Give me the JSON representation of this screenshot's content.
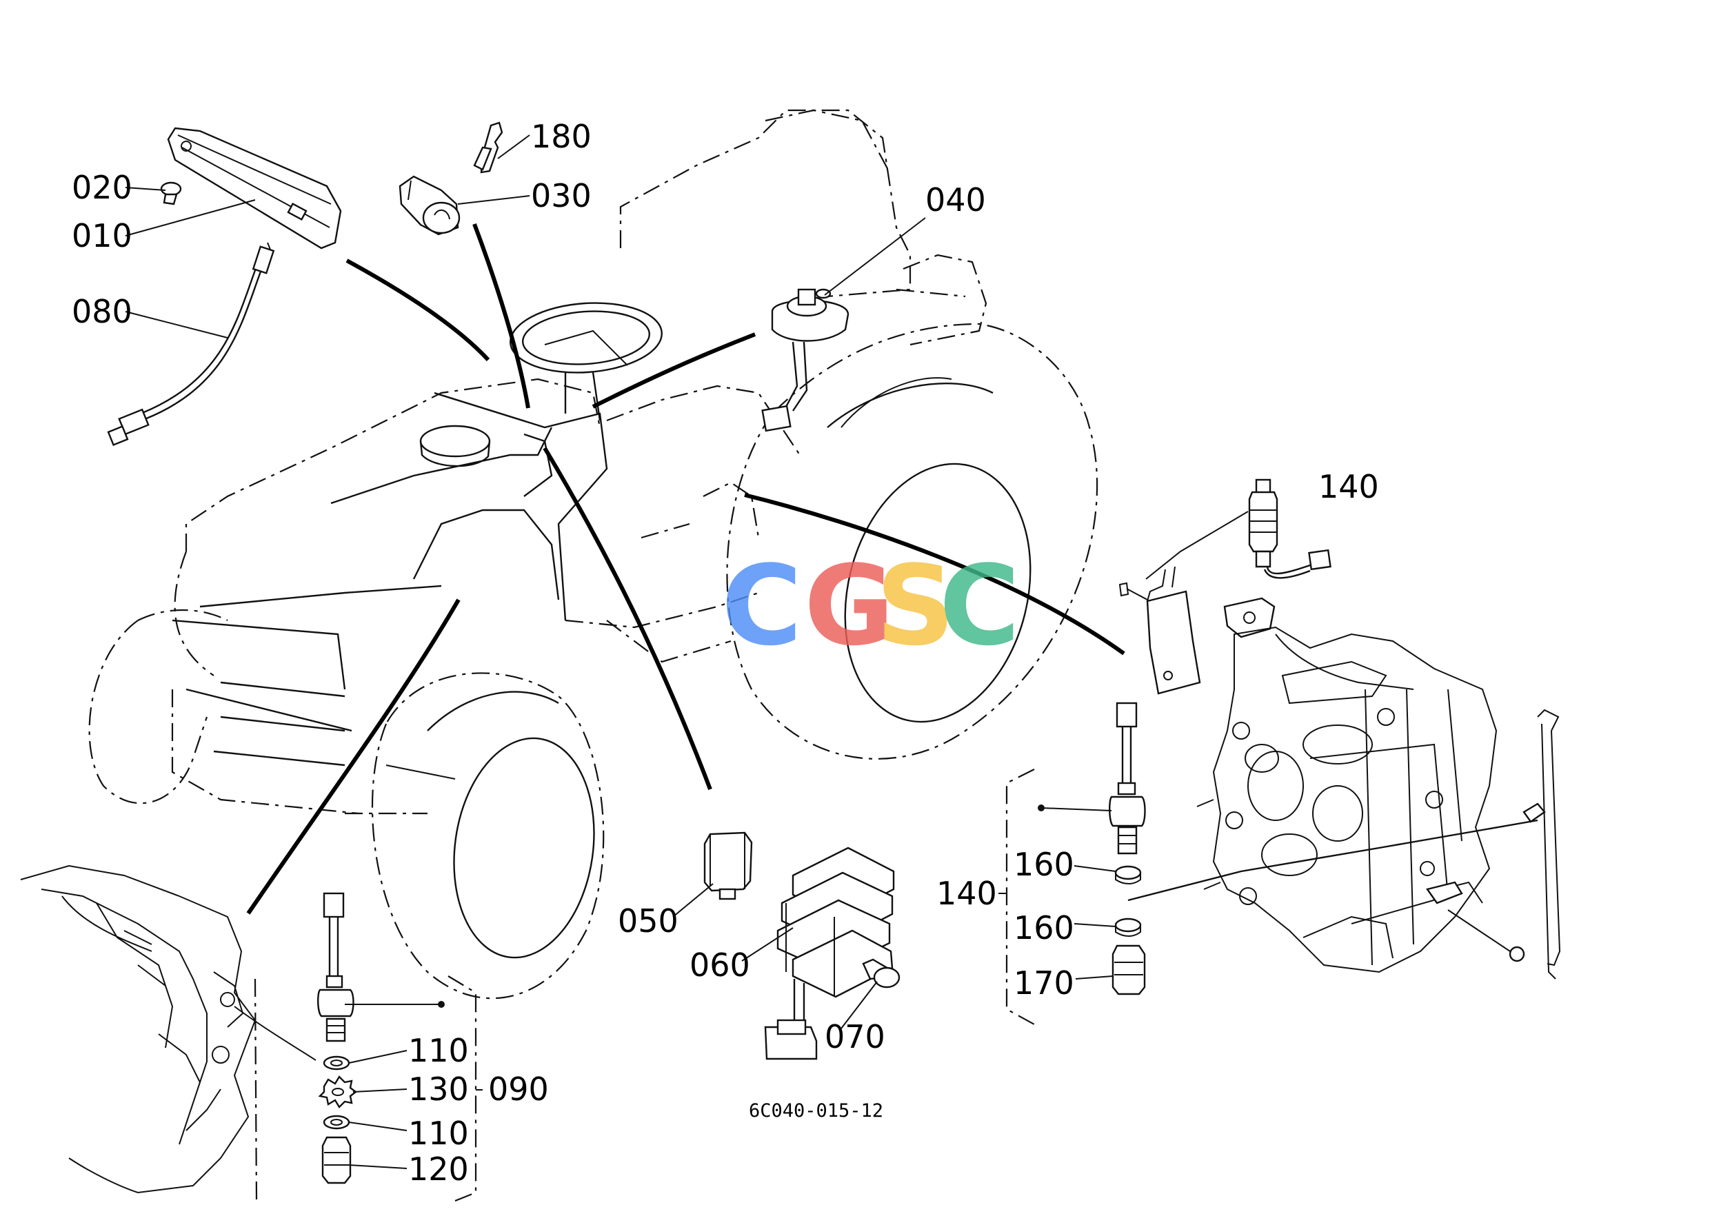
{
  "diagram": {
    "code": "6C040-015-12",
    "watermark": {
      "letters": [
        "C",
        "G",
        "S",
        "C"
      ],
      "colors": [
        "#4f8ef7",
        "#ec5f5a",
        "#f6c343",
        "#3fb98a"
      ]
    },
    "callouts": {
      "c010": "010",
      "c020": "020",
      "c030": "030",
      "c040": "040",
      "c050": "050",
      "c060": "060",
      "c070": "070",
      "c080": "080",
      "c090": "090",
      "c110a": "110",
      "c110b": "110",
      "c120": "120",
      "c130": "130",
      "c140a": "140",
      "c140b": "140",
      "c160a": "160",
      "c160b": "160",
      "c170": "170",
      "c180": "180"
    }
  }
}
